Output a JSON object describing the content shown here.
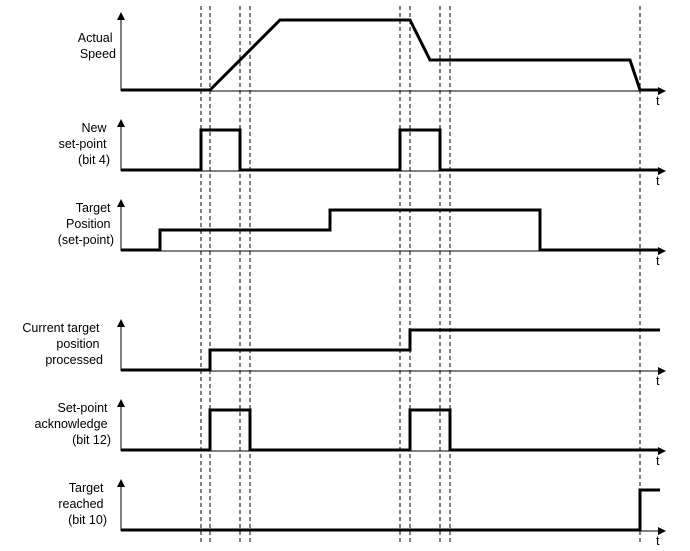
{
  "diagram": {
    "signals": [
      {
        "id": "actual-speed",
        "label_lines": [
          "Actual",
          "Speed"
        ]
      },
      {
        "id": "new-setpoint",
        "label_lines": [
          "New",
          "set-point",
          "(bit 4)"
        ]
      },
      {
        "id": "target-position",
        "label_lines": [
          "Target",
          "Position",
          "(set-point)"
        ]
      },
      {
        "id": "current-target-processed",
        "label_lines": [
          "Current target",
          "position",
          "processed"
        ]
      },
      {
        "id": "setpoint-ack",
        "label_lines": [
          "Set-point",
          "acknowledge",
          "(bit 12)"
        ]
      },
      {
        "id": "target-reached",
        "label_lines": [
          "Target",
          "reached",
          "(bit 10)"
        ]
      }
    ],
    "time_axis_label": "t"
  },
  "colors": {
    "line": "#000000",
    "background": "#ffffff"
  }
}
